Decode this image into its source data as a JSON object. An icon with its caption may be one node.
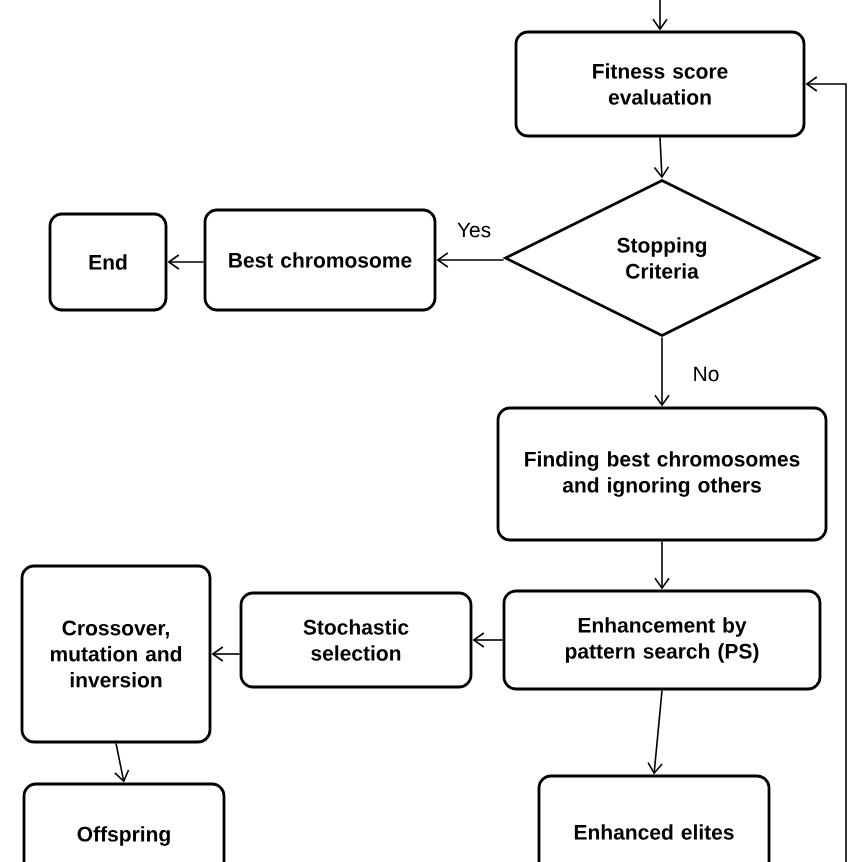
{
  "diagram": {
    "nodes": [
      {
        "text": [
          "Fitness score evaluation"
        ]
      },
      {
        "text": [
          "Stopping Criteria"
        ]
      },
      {
        "text": [
          "Best chromosome"
        ]
      },
      {
        "text": [
          "End"
        ]
      },
      {
        "text": [
          "Finding best chromosomes and ignoring others"
        ]
      },
      {
        "text": [
          "Enhancement by pattern search (PS)"
        ]
      },
      {
        "text": [
          "Stochastic selection"
        ]
      },
      {
        "text": [
          "Crossover, mutation and inversion"
        ]
      },
      {
        "text": [
          "Offspring"
        ]
      },
      {
        "text": [
          "Enhanced elites"
        ]
      }
    ],
    "edges": [
      {
        "from": null,
        "to": 0,
        "arrow": "to"
      },
      {
        "from": 0,
        "to": 1,
        "arrow": "to"
      },
      {
        "from": 1,
        "to": 2,
        "arrow": "to",
        "label": "Yes"
      },
      {
        "from": 2,
        "to": 3,
        "arrow": "to"
      },
      {
        "from": 1,
        "to": 4,
        "arrow": "to",
        "label": "No"
      },
      {
        "from": 4,
        "to": 5,
        "arrow": "to"
      },
      {
        "from": 5,
        "to": 6,
        "arrow": "to"
      },
      {
        "from": 6,
        "to": 7,
        "arrow": "to"
      },
      {
        "from": 7,
        "to": 8,
        "arrow": "to"
      },
      {
        "from": 5,
        "to": 9,
        "arrow": "to"
      },
      {
        "from": null,
        "to": 0,
        "arrow": "to"
      }
    ]
  }
}
